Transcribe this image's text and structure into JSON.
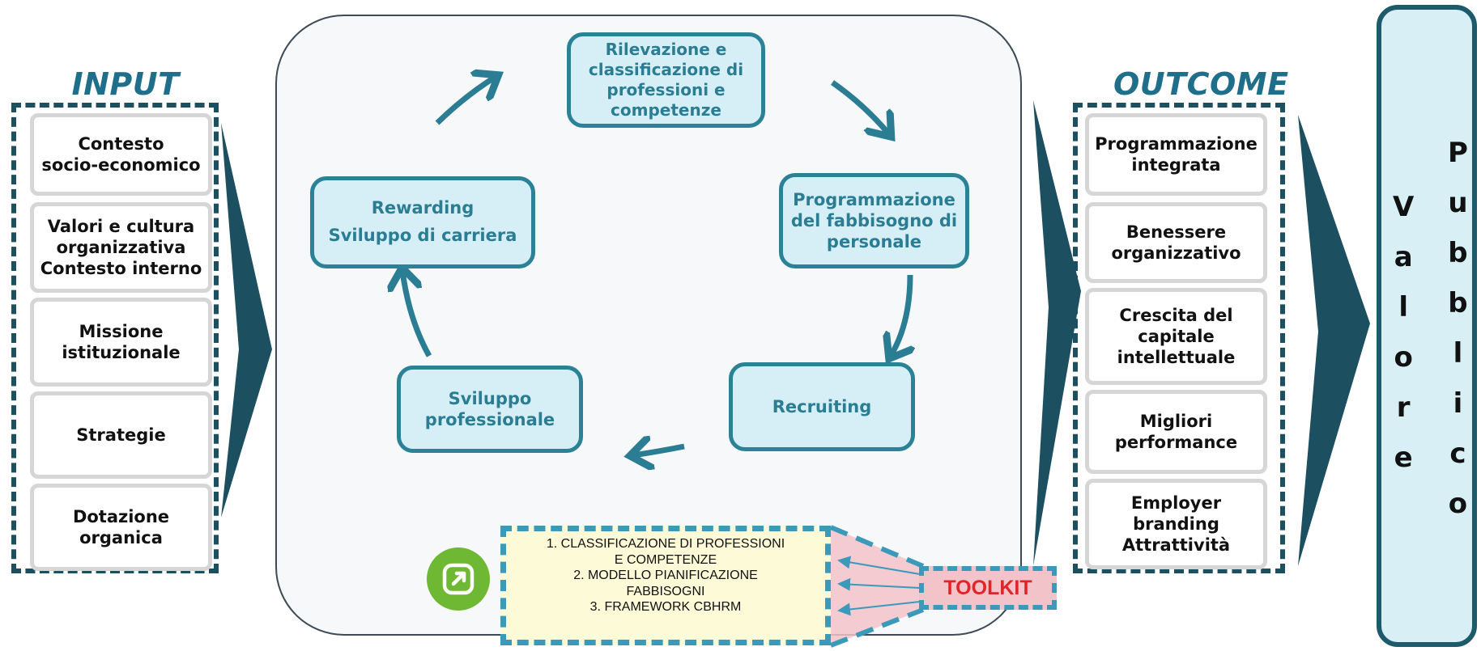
{
  "input": {
    "title": "INPUT",
    "items": [
      "Contesto\nsocio-economico",
      "Valori e cultura\norganizzativa\nContesto interno",
      "Missione\nistituzionale",
      "Strategie",
      "Dotazione\norganica"
    ]
  },
  "cycle": {
    "rilevazione": "Rilevazione e\nclassificazione di\nprofessioni e\ncompetenze",
    "programmazione": "Programmazione\ndel fabbisogno di\npersonale",
    "recruiting": "Recruiting",
    "sviluppo_professionale": "Sviluppo\nprofessionale",
    "rewarding": "Rewarding\nSviluppo di carriera"
  },
  "toolkit": {
    "label": "TOOLKIT",
    "items": [
      "1.    CLASSIFICAZIONE DI PROFESSIONI",
      "E COMPETENZE",
      "2.    MODELLO PIANIFICAZIONE",
      "FABBISOGNI",
      "3.    FRAMEWORK CBHRM"
    ],
    "link_icon": "external-link-icon"
  },
  "outcome": {
    "title": "OUTCOME",
    "items": [
      "Programmazione\nintegrata",
      "Benessere\norganizzativo",
      "Crescita del\ncapitale\nintellettuale",
      "Migliori\nperformance",
      "Employer\nbranding\nAttrattività"
    ]
  },
  "valore_pubblico": {
    "word1": [
      "V",
      "a",
      "l",
      "o",
      "r",
      "e"
    ],
    "word2": [
      "P",
      "u",
      "b",
      "b",
      "l",
      "i",
      "c",
      "o"
    ]
  },
  "colors": {
    "dark_teal": "#1c4f60",
    "title_teal": "#1f6f8b",
    "cycle_fill": "#d6eff7",
    "cycle_border": "#2b8196",
    "toolkit_fill": "#fdfbd7",
    "toolkit_red": "#e0242a",
    "icon_green": "#6eb833"
  }
}
